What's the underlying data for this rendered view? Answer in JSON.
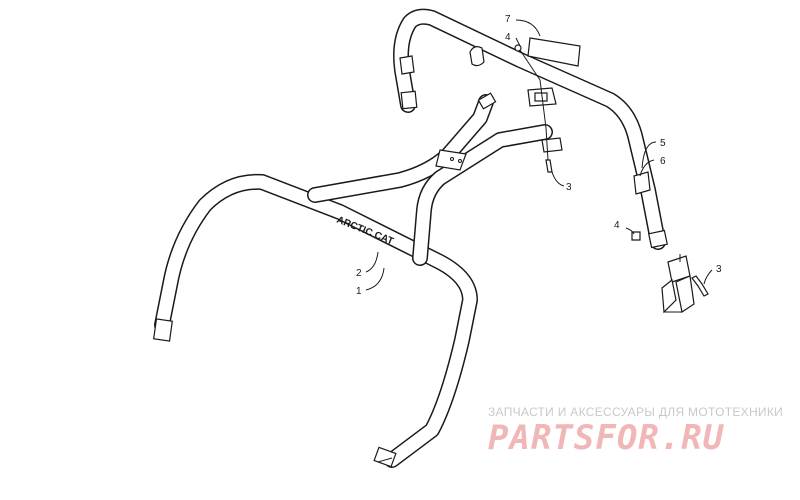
{
  "diagram": {
    "brand_label": "ARCTIC CAT",
    "callouts": [
      "1",
      "2",
      "3",
      "3",
      "4",
      "4",
      "5",
      "6",
      "7"
    ]
  },
  "watermark": {
    "tagline": "ЗАПЧАСТИ И АКСЕССУАРЫ ДЛЯ МОТОТЕХНИКИ",
    "logo": "PARTSFOR.RU"
  }
}
